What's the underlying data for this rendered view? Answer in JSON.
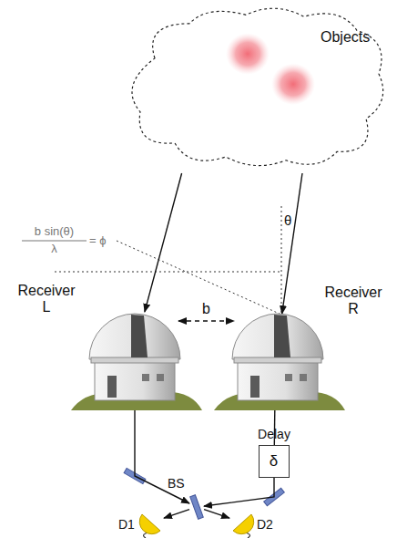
{
  "diagram": {
    "nodes": [
      {
        "text": [
          "Objects"
        ]
      },
      {
        "text": [
          "Receiver L"
        ]
      },
      {
        "text": [
          "Receiver R"
        ]
      },
      {
        "text": [
          "Delay",
          "δ"
        ]
      },
      {
        "text": [
          "BS"
        ]
      },
      {
        "text": [
          "D1"
        ]
      },
      {
        "text": [
          "D2"
        ]
      }
    ],
    "edges": [
      {
        "from": 0,
        "to": 1,
        "arrow": "to"
      },
      {
        "from": 0,
        "to": 2,
        "arrow": "to"
      },
      {
        "from": 1,
        "to": 2,
        "label": "b",
        "arrow": "both"
      },
      {
        "from": 1,
        "to": 4,
        "arrow": "to"
      },
      {
        "from": 2,
        "to": 3,
        "arrow": "none"
      },
      {
        "from": 3,
        "to": 4,
        "arrow": "to"
      },
      {
        "from": 4,
        "to": 5,
        "arrow": "to"
      },
      {
        "from": 4,
        "to": 6,
        "arrow": "to"
      }
    ],
    "labels": [
      "θ",
      "b sin(θ)",
      "λ",
      "= ϕ"
    ]
  }
}
